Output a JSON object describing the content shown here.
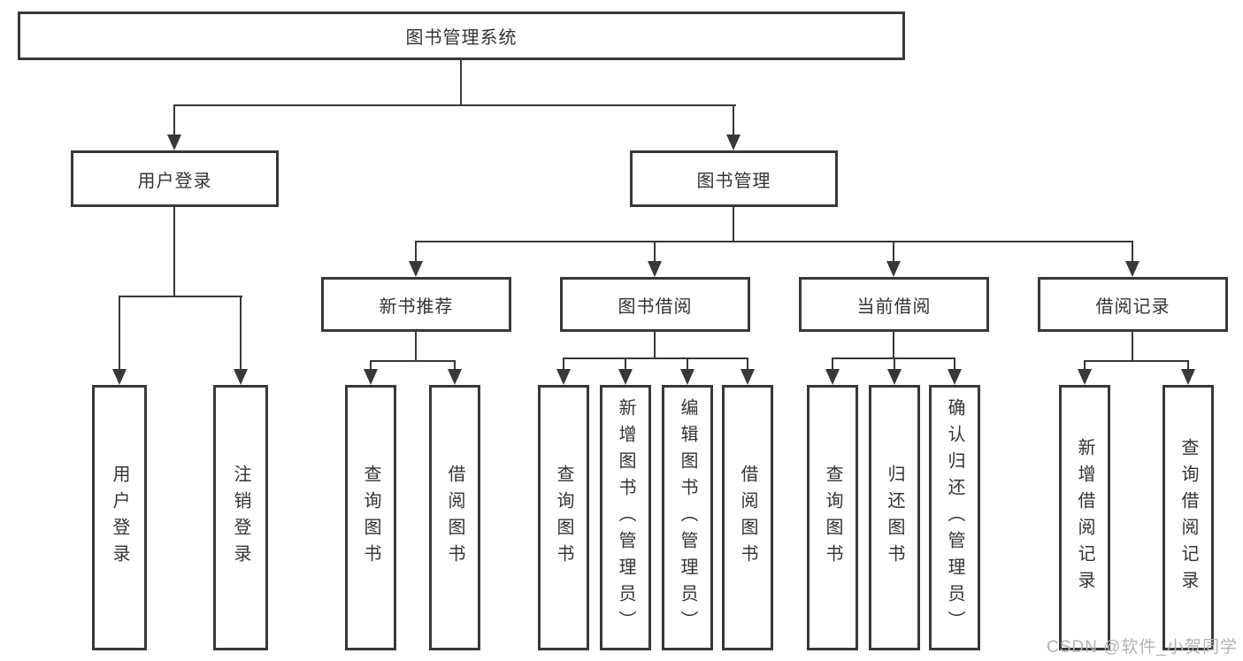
{
  "diagram": {
    "type": "hierarchy-diagram",
    "root": {
      "label": "图书管理系统",
      "children": [
        {
          "label": "用户登录",
          "children": [
            {
              "label": "用户登录"
            },
            {
              "label": "注销登录"
            }
          ]
        },
        {
          "label": "图书管理",
          "children": [
            {
              "label": "新书推荐",
              "children": [
                {
                  "label": "查询图书"
                },
                {
                  "label": "借阅图书"
                }
              ]
            },
            {
              "label": "图书借阅",
              "children": [
                {
                  "label": "查询图书"
                },
                {
                  "label": "新增图书（管理员）"
                },
                {
                  "label": "编辑图书（管理员）"
                },
                {
                  "label": "借阅图书"
                }
              ]
            },
            {
              "label": "当前借阅",
              "children": [
                {
                  "label": "查询图书"
                },
                {
                  "label": "归还图书"
                },
                {
                  "label": "确认归还（管理员）"
                }
              ]
            },
            {
              "label": "借阅记录",
              "children": [
                {
                  "label": "新增借阅记录"
                },
                {
                  "label": "查询借阅记录"
                }
              ]
            }
          ]
        }
      ]
    },
    "watermark": "CSDN @软件_小贺同学",
    "colors": {
      "line": "#383838",
      "text": "#333333",
      "watermark": "#b3b3b3",
      "background": "#ffffff"
    }
  }
}
